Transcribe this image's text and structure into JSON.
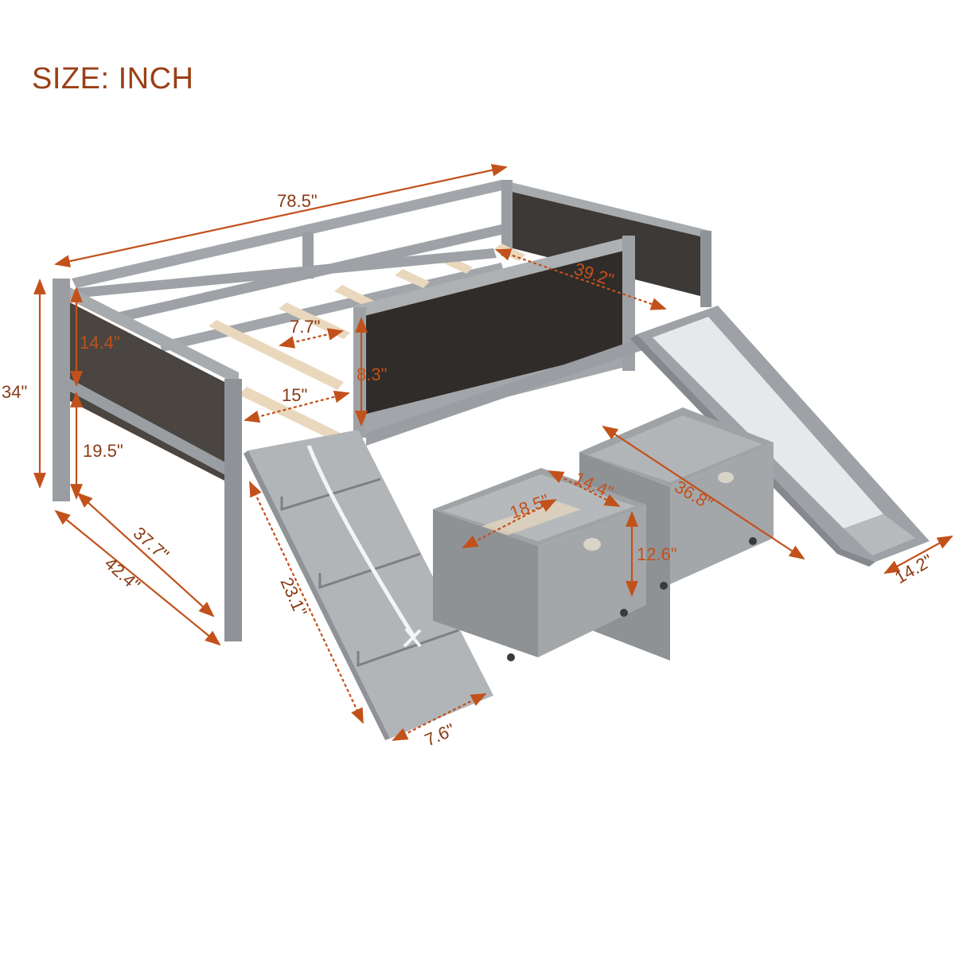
{
  "title": "SIZE: INCH",
  "colors": {
    "frame": "#9a9ea2",
    "frame_dark": "#7d8185",
    "frame_light": "#b9bcbf",
    "panel": "#3c3936",
    "slat": "#ead8bd",
    "drawer": "#a4a7aa",
    "drawer_dark": "#8f9295",
    "slide_surface": "#e7e8e9",
    "ladder": "#b2b5b8",
    "dimension": "#c2511b",
    "dimension_dark": "#8a3a14"
  },
  "product": {
    "name": "Low loft bed with ladder, slide and two storage drawers",
    "components": [
      "bed-frame",
      "guardrails",
      "chalkboard-panels",
      "slats",
      "ladder-ramp",
      "slide",
      "storage-drawers"
    ]
  },
  "dimensions": {
    "overall_length": "78.5\"",
    "overall_height": "34\"",
    "headboard_panel_height": "14.4\"",
    "under_bed_clearance": "19.5\"",
    "inner_width": "37.7\"",
    "outer_width": "42.4\"",
    "slat_spacing": "7.7\"",
    "ladder_opening": "15\"",
    "guardrail_panel_height": "8.3\"",
    "slide_opening": "39.2\"",
    "ladder_length": "23.1\"",
    "ladder_width": "7.6\"",
    "drawer_width": "18.5\"",
    "drawer_depth": "14.4\"",
    "drawer_height": "12.6\"",
    "slide_length": "36.8\"",
    "slide_width": "14.2\""
  }
}
